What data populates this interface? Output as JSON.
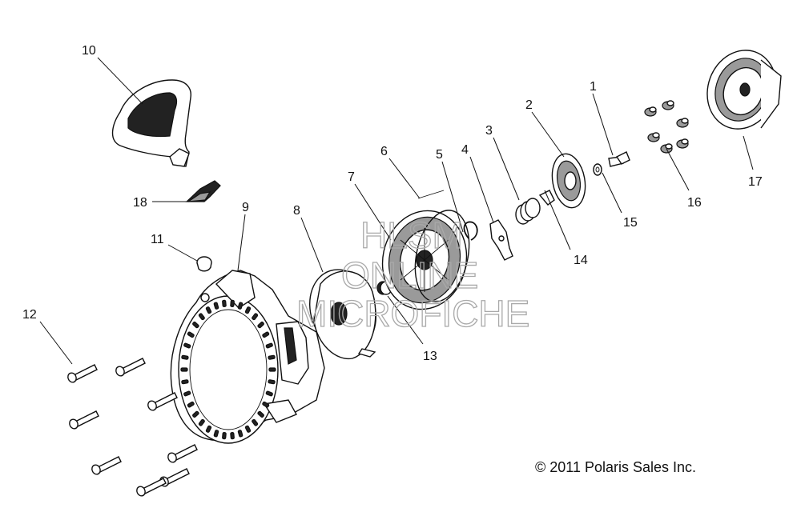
{
  "callouts": [
    {
      "id": "1",
      "label": "1"
    },
    {
      "id": "2",
      "label": "2"
    },
    {
      "id": "3",
      "label": "3"
    },
    {
      "id": "4",
      "label": "4"
    },
    {
      "id": "5",
      "label": "5"
    },
    {
      "id": "6",
      "label": "6"
    },
    {
      "id": "7",
      "label": "7"
    },
    {
      "id": "8",
      "label": "8"
    },
    {
      "id": "9",
      "label": "9"
    },
    {
      "id": "10",
      "label": "10"
    },
    {
      "id": "11",
      "label": "11"
    },
    {
      "id": "12",
      "label": "12"
    },
    {
      "id": "13",
      "label": "13"
    },
    {
      "id": "14",
      "label": "14"
    },
    {
      "id": "15",
      "label": "15"
    },
    {
      "id": "16",
      "label": "16"
    },
    {
      "id": "17",
      "label": "17"
    },
    {
      "id": "18",
      "label": "18"
    }
  ],
  "watermark": {
    "line1": "HLSM",
    "line2": "ONLINE",
    "line3": "MICROFICHE"
  },
  "copyright": "© 2011 Polaris Sales Inc."
}
